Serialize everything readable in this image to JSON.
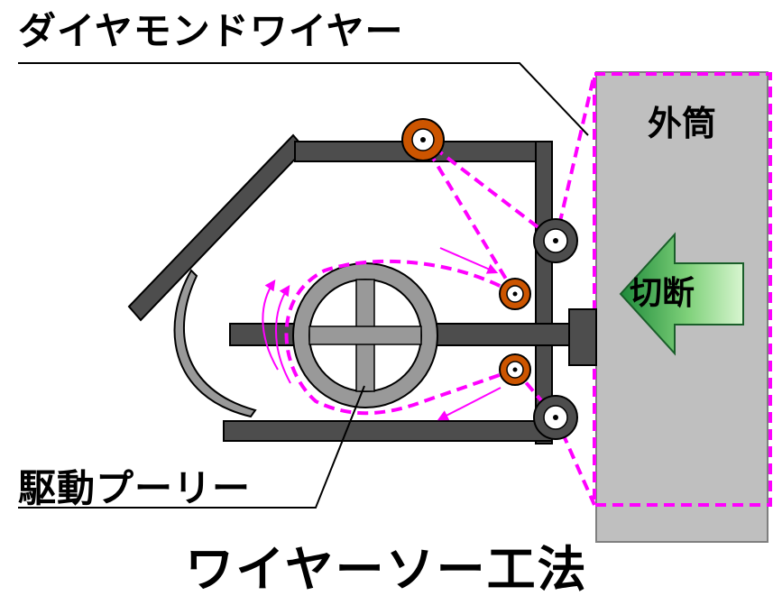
{
  "labels": {
    "diamond_wire": "ダイヤモンドワイヤー",
    "outer_casing": "外筒",
    "cutting": "切断",
    "drive_pulley": "駆動プーリー",
    "title": "ワイヤーソー工法"
  },
  "colors": {
    "frame": "#4d4d4d",
    "casing": "#bfbfbf",
    "wire": "#ff00ff",
    "guide_roller": "#cc5500",
    "arrow_light": "#c8f0c0",
    "arrow_dark": "#1e8a3a"
  },
  "icons": {
    "cut_direction": "left-arrow-icon",
    "wire_motion": "magenta-arrow-icon"
  }
}
